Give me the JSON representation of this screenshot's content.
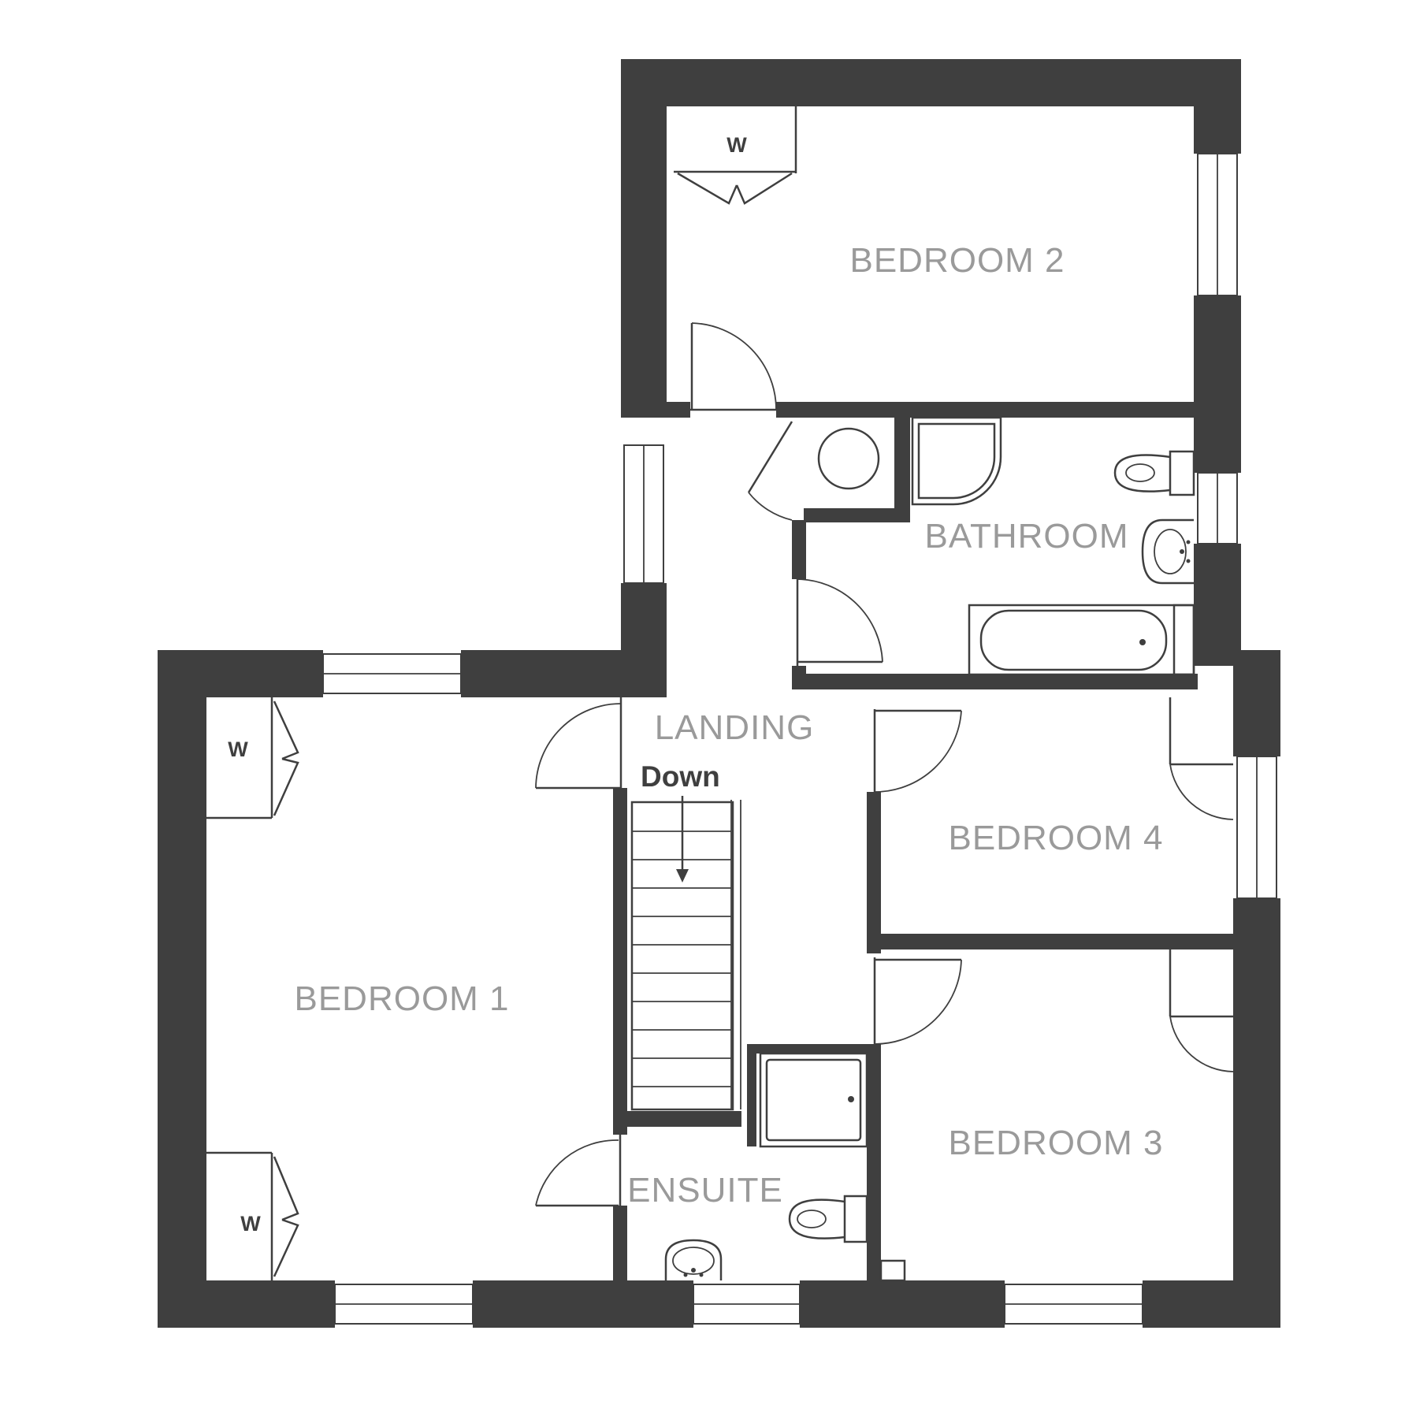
{
  "rooms": {
    "bedroom1": "BEDROOM 1",
    "bedroom2": "BEDROOM 2",
    "bedroom3": "BEDROOM 3",
    "bedroom4": "BEDROOM 4",
    "bathroom": "BATHROOM",
    "landing": "LANDING",
    "ensuite": "ENSUITE"
  },
  "wardrobe_label": "W",
  "stairs_label": "Down",
  "colors": {
    "wall": "#3f3f3f",
    "room_text": "#9a9a9a",
    "background": "#ffffff"
  }
}
